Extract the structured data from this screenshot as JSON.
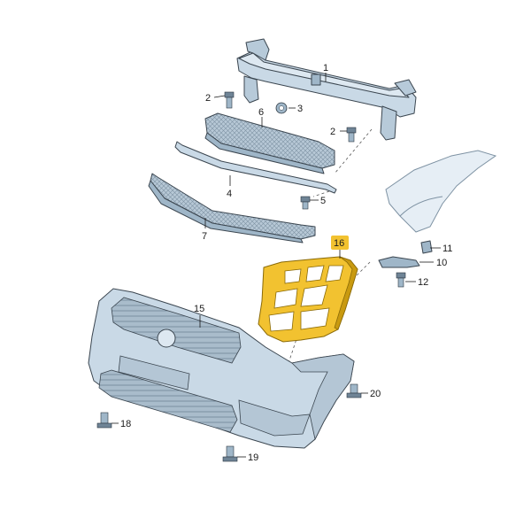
{
  "diagram": {
    "colors": {
      "part_fill": "#c9d9e6",
      "part_dark": "#9fb6c8",
      "highlight_fill": "#f2c230",
      "highlight_dark": "#c99a10",
      "label_tag": "#f2c230"
    },
    "callouts": [
      {
        "id": "1",
        "text": "1"
      },
      {
        "id": "2a",
        "text": "2"
      },
      {
        "id": "2b",
        "text": "2"
      },
      {
        "id": "3",
        "text": "3"
      },
      {
        "id": "4",
        "text": "4"
      },
      {
        "id": "5",
        "text": "5"
      },
      {
        "id": "6",
        "text": "6"
      },
      {
        "id": "7",
        "text": "7"
      },
      {
        "id": "10",
        "text": "10"
      },
      {
        "id": "11",
        "text": "11"
      },
      {
        "id": "12",
        "text": "12"
      },
      {
        "id": "15",
        "text": "15"
      },
      {
        "id": "16",
        "text": "16"
      },
      {
        "id": "18",
        "text": "18"
      },
      {
        "id": "19",
        "text": "19"
      },
      {
        "id": "20",
        "text": "20"
      }
    ]
  }
}
